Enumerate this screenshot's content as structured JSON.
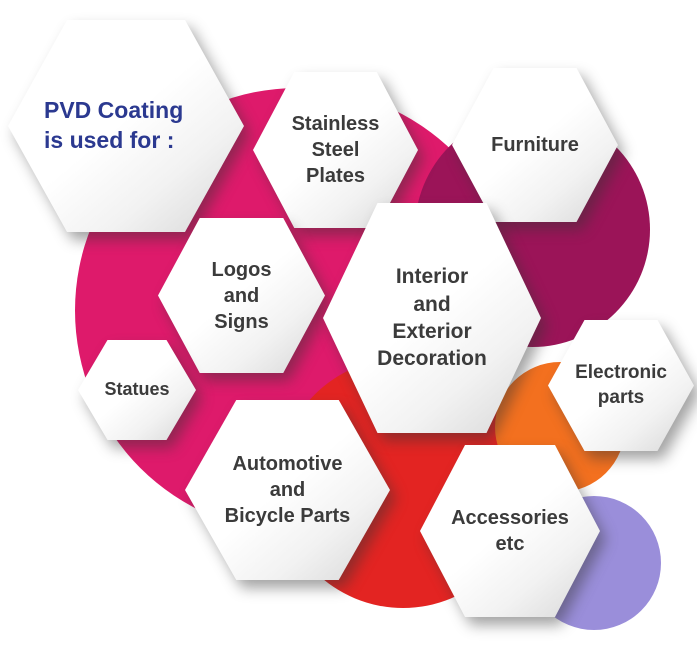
{
  "title": {
    "label": "PVD Coating\nis used for :"
  },
  "hexagons": [
    {
      "label": "Stainless\nSteel\nPlates"
    },
    {
      "label": "Furniture"
    },
    {
      "label": "Logos\nand\nSigns"
    },
    {
      "label": "Interior\nand\nExterior\nDecoration"
    },
    {
      "label": "Statues"
    },
    {
      "label": "Electronic\nparts"
    },
    {
      "label": "Automotive\nand\nBicycle Parts"
    },
    {
      "label": "Accessories\netc"
    }
  ],
  "colors": {
    "title_text": "#2b3990",
    "hexagon_text": "#3b3b3b",
    "hexagon_fill": "#ffffff",
    "circle_pink": "#de1a6b",
    "circle_dark_magenta": "#9b1458",
    "circle_red": "#e32422",
    "circle_orange": "#f3701f",
    "circle_lavender": "#9a8eda"
  }
}
